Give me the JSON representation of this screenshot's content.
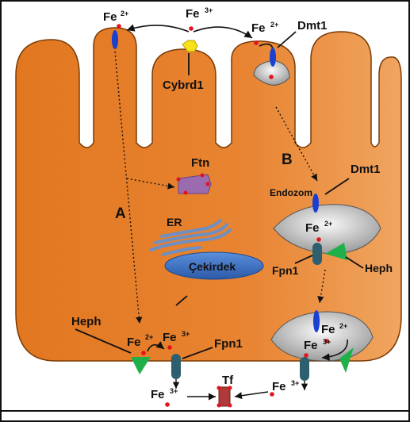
{
  "labels": {
    "fe2_top_left": "Fe",
    "fe2_top_left_sup": "2+",
    "fe3_top": "Fe",
    "fe3_top_sup": "3+",
    "fe2_top_right": "Fe",
    "fe2_top_right_sup": "2+",
    "dmt1_top": "Dmt1",
    "cybrd1": "Cybrd1",
    "ftn": "Ftn",
    "path_a": "A",
    "path_b": "B",
    "er": "ER",
    "nucleus": "Çekirdek",
    "endosome": "Endozom",
    "dmt1_endosome": "Dmt1",
    "fe2_endosome": "Fe",
    "fe2_endosome_sup": "2+",
    "fpn1_endosome": "Fpn1",
    "heph_endosome": "Heph",
    "heph_bottom": "Heph",
    "fe2_bottom": "Fe",
    "fe2_bottom_sup": "2+",
    "fe3_bottom": "Fe",
    "fe3_bottom_sup": "3+",
    "fpn1_bottom": "Fpn1",
    "fe2_recycle": "Fe",
    "fe2_recycle_sup": "2+",
    "fe3_recycle": "Fe",
    "fe3_recycle_sup": "3+",
    "tf": "Tf",
    "fe3_out_left": "Fe",
    "fe3_out_left_sup": "3+",
    "fe3_out_right": "Fe",
    "fe3_out_right_sup": "3+"
  },
  "colors": {
    "cell": "#E67E22",
    "cell_light": "#F4A65A",
    "transporter": "#1A3FD1",
    "iron": "#E3121B",
    "cybrd1": "#F7E11A",
    "ferritin": "#9B6BB0",
    "nucleus": "#3D73C4",
    "ferroportin": "#2E5F6E",
    "hephaestin": "#1FB04A",
    "transferrin": "#B03A3A"
  }
}
